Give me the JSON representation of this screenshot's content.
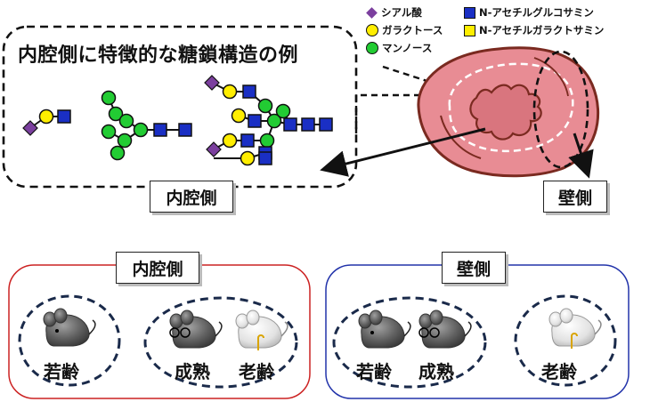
{
  "legend": {
    "sialic": {
      "label": "シアル酸",
      "color": "#7b3f9e"
    },
    "galactose": {
      "label": "ガラクトース",
      "color": "#ffee00"
    },
    "mannose": {
      "label": "マンノース",
      "color": "#22cc33"
    },
    "glcnac": {
      "label": "N-アセチルグルコサミン",
      "color": "#1a2fc4"
    },
    "galnac": {
      "label": "N-アセチルガラクトサミン",
      "color": "#ffee00"
    }
  },
  "glycan_panel": {
    "title": "内腔側に特徴的な糖鎖構造の例"
  },
  "labels": {
    "lumen_side": "内腔側",
    "wall_side": "壁側"
  },
  "groups": {
    "lumen": {
      "title": "内腔側",
      "border_color": "#cc2222",
      "ages": {
        "young": "若齢",
        "mature": "成熟",
        "old": "老齢"
      }
    },
    "wall": {
      "title": "壁側",
      "border_color": "#2233aa",
      "ages": {
        "young": "若齢",
        "mature": "成熟",
        "old": "老齢"
      }
    }
  },
  "colors": {
    "tissue_fill": "#e88c94",
    "tissue_outline": "#7a2a20",
    "mouse_dark": "#555555",
    "mouse_light": "#dddddd"
  }
}
